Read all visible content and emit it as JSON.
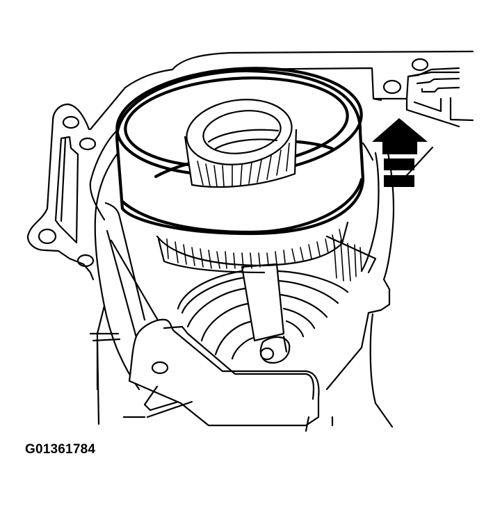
{
  "figure": {
    "id_label": "G01361784",
    "subject": "transmission case with drum / ring gear assembly being lifted out",
    "direction_indicator": "up-arrow",
    "colors": {
      "line": "#000000",
      "background": "#ffffff"
    }
  }
}
